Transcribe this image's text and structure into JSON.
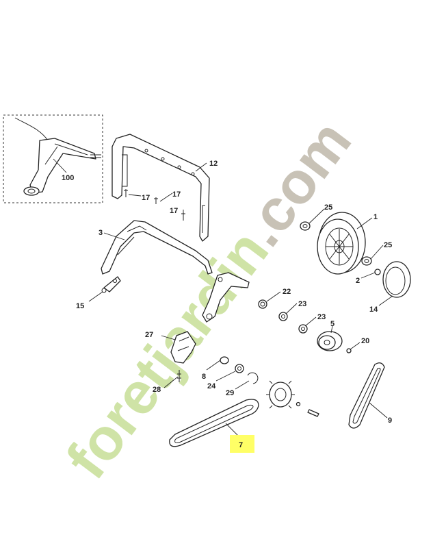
{
  "watermark": {
    "site_a": "foret",
    "site_b": "jardin",
    "site_c": ".com",
    "color_a": "#cfe3a6",
    "color_b": "#cfe3a6",
    "color_c": "#c8c2b6",
    "letter_accent": "#f2b98c"
  },
  "highlight_color": "#ffff66",
  "callouts": {
    "p100": "100",
    "p12": "12",
    "p17a": "17",
    "p17b": "17",
    "p17c": "17",
    "p25a": "25",
    "p1": "1",
    "p3": "3",
    "p25b": "25",
    "p2": "2",
    "p15": "15",
    "p22": "22",
    "p23a": "23",
    "p14": "14",
    "p23b": "23",
    "p5": "5",
    "p27": "27",
    "p20": "20",
    "p8": "8",
    "p24": "24",
    "p28": "28",
    "p29": "29",
    "p9": "9",
    "p7": "7"
  }
}
